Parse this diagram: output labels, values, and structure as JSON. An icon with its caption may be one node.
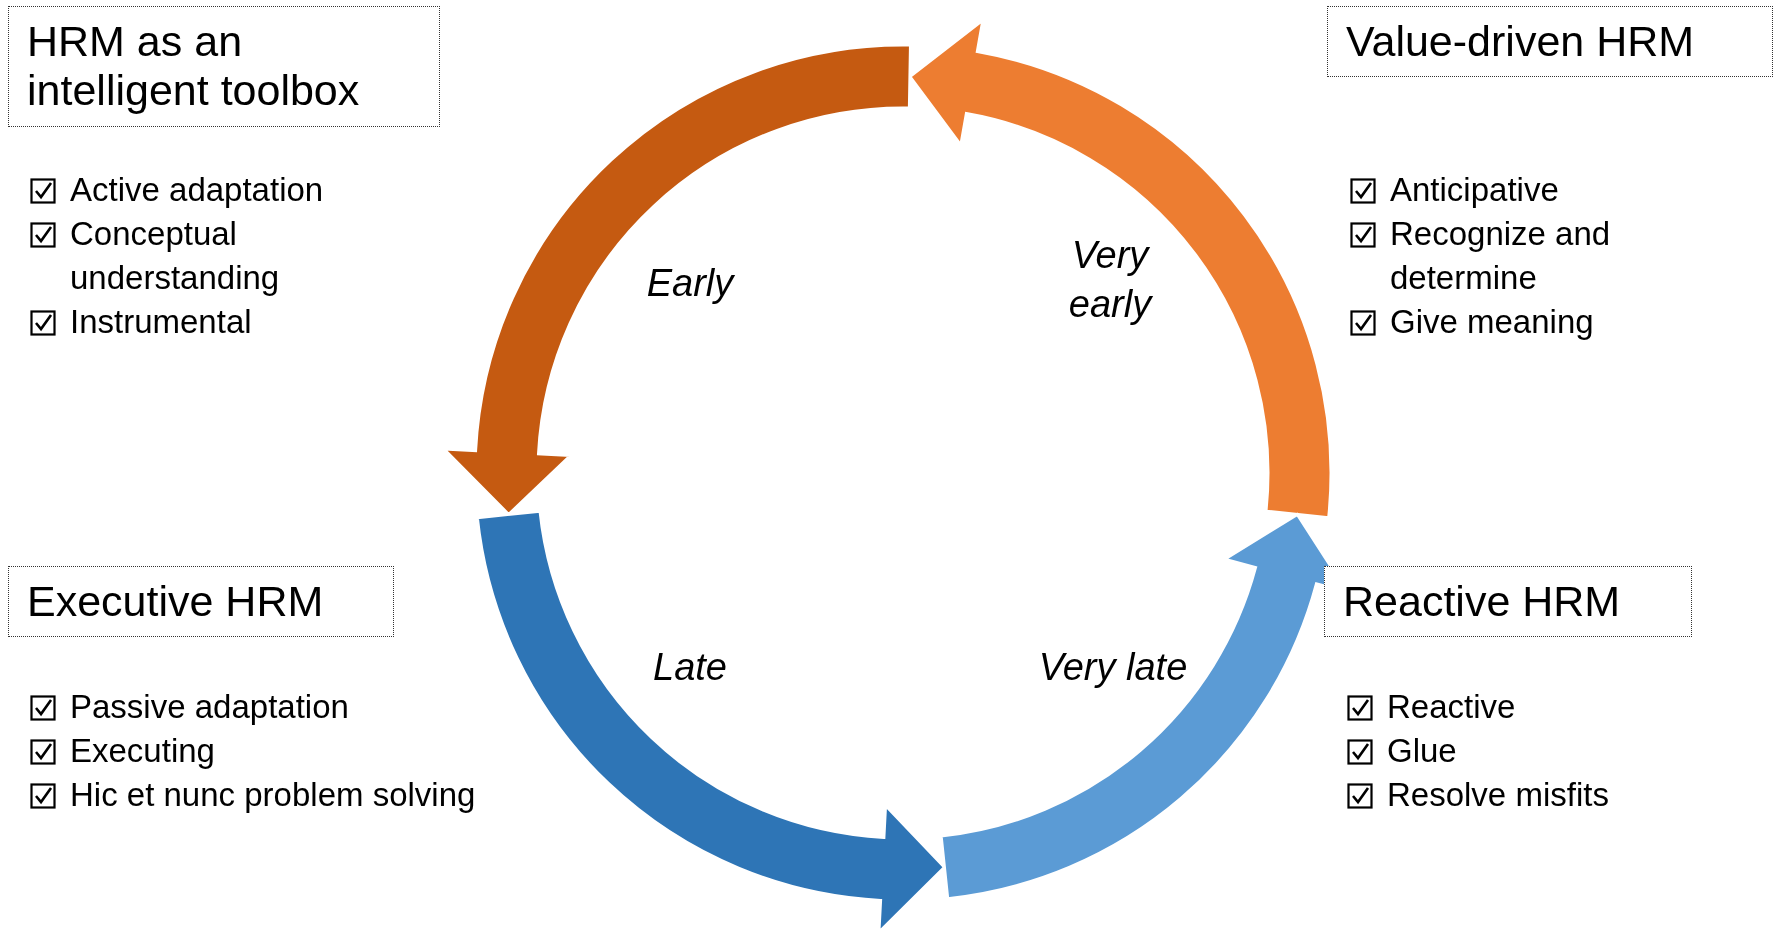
{
  "diagram": {
    "nodes": [
      {
        "text": [
          "HRM as an intelligent toolbox"
        ],
        "beside": [
          "Active adaptation",
          "Conceptual understanding",
          "Instrumental"
        ]
      },
      {
        "text": [
          "Value-driven HRM"
        ],
        "beside": [
          "Anticipative",
          "Recognize and determine",
          "Give meaning"
        ]
      },
      {
        "text": [
          "Executive HRM"
        ],
        "beside": [
          "Passive adaptation",
          "Executing",
          "Hic et nunc problem solving"
        ]
      },
      {
        "text": [
          "Reactive HRM"
        ],
        "beside": [
          "Reactive",
          "Glue",
          "Resolve misfits"
        ]
      }
    ],
    "labels": [
      "Early",
      "Very early",
      "Late",
      "Very late"
    ]
  }
}
